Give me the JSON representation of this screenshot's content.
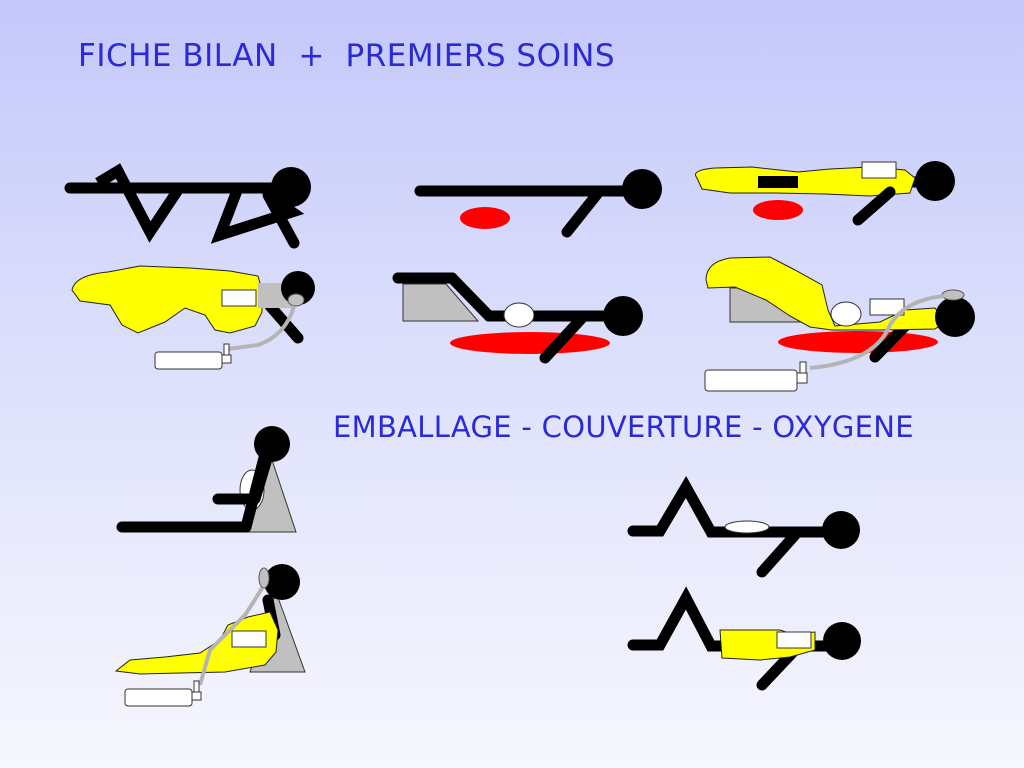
{
  "slide": {
    "title": "FICHE BILAN  +  PREMIERS SOINS",
    "subtitle": "EMBALLAGE - COUVERTURE - OXYGENE"
  },
  "colors": {
    "figure": "#000000",
    "blanket": "#ffff00",
    "blood": "#ff0000",
    "support": "#c0c0c0",
    "oxygen_tube": "#b4b4b4",
    "title_text": "#2a2ad6"
  },
  "figures": [
    "recovery-position-figure",
    "bleeding-victim-figure",
    "bleeding-victim-with-blanket-figure",
    "blanket-oxygen-victim-figure",
    "elevated-legs-bleeding-figure",
    "elevated-legs-blanket-oxygen-figure",
    "half-seated-figure",
    "half-seated-blanket-oxygen-figure",
    "bent-knees-figure",
    "bent-knees-blanket-figure"
  ]
}
